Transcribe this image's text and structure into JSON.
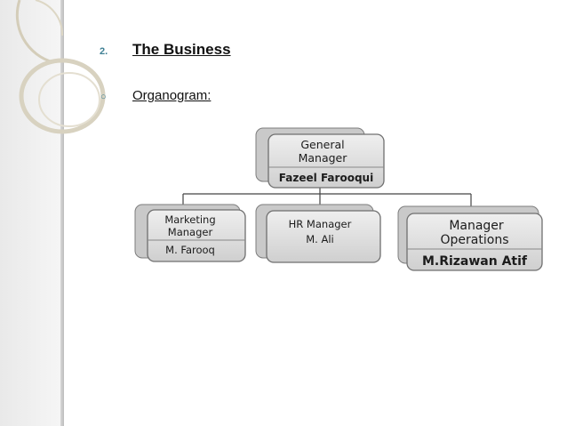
{
  "slide": {
    "bullet_number": "2.",
    "heading": "The Business",
    "bullet_symbol": "○",
    "subheading": "Organogram:"
  },
  "organogram": {
    "general_manager": {
      "title_line1": "General",
      "title_line2": "Manager",
      "name": "Fazeel Farooqui"
    },
    "marketing_manager": {
      "title_line1": "Marketing",
      "title_line2": "Manager",
      "name": "M. Farooq"
    },
    "hr_manager": {
      "title_line1": "HR Manager",
      "name": "M. Ali"
    },
    "operations_manager": {
      "title_line1": "Manager",
      "title_line2": "Operations",
      "name": "M.Rizawan Atif"
    }
  },
  "colors": {
    "accent": "#3e7f93",
    "box_fill": "#d9d9d9",
    "box_shadow": "#9a9a9a"
  }
}
